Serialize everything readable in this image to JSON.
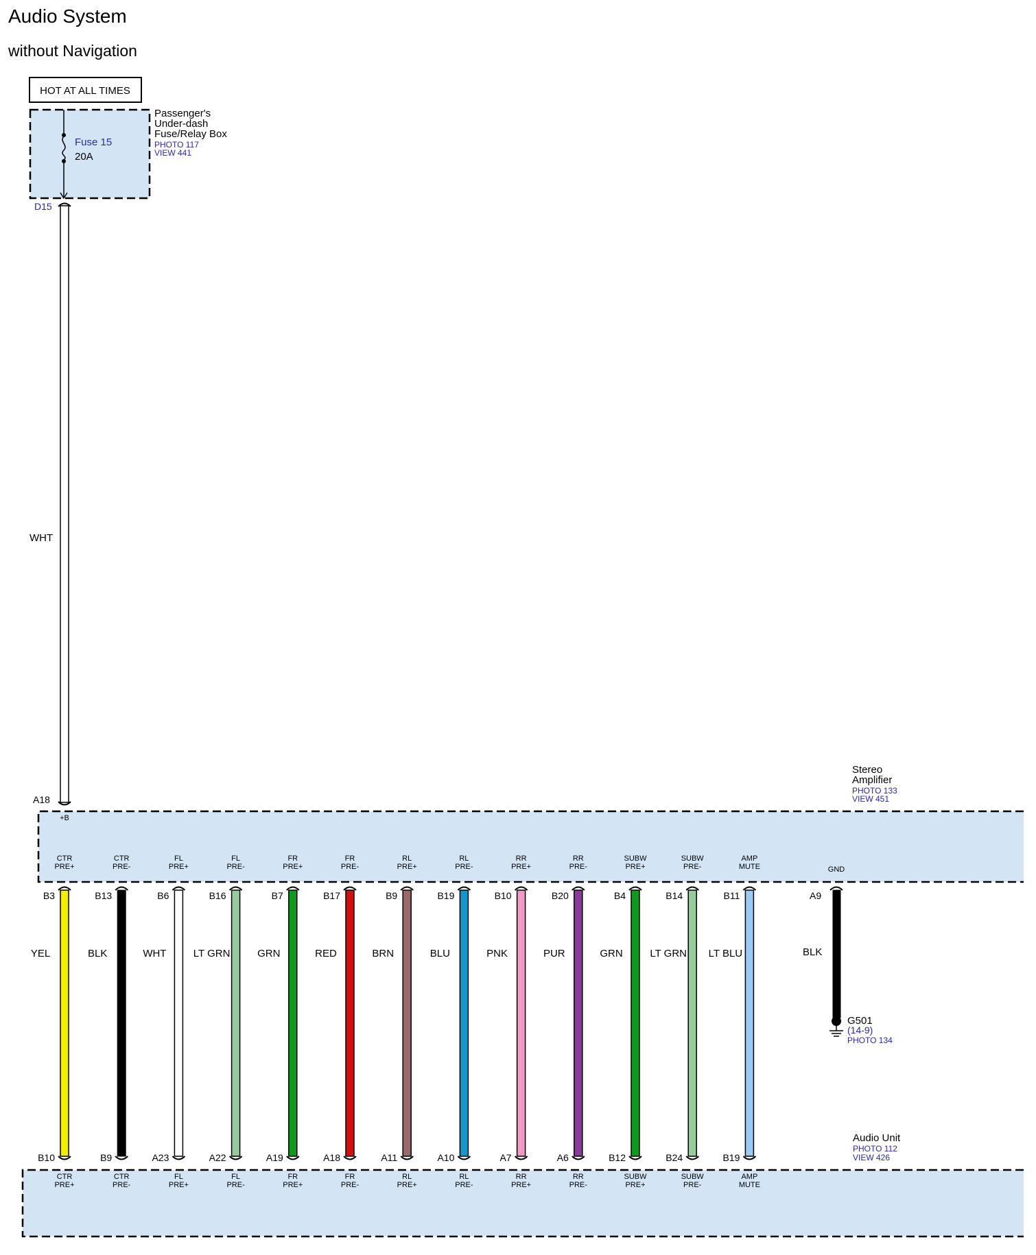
{
  "title": "Audio System",
  "subtitle": "without Navigation",
  "power_source": {
    "label": "HOT AT ALL TIMES",
    "fuse_label": "Fuse 15",
    "fuse_rating": "20A",
    "box_name": [
      "Passenger's",
      "Under-dash",
      "Fuse/Relay Box"
    ],
    "box_photo": "PHOTO 117",
    "box_view": "VIEW 441",
    "output_terminal": "D15",
    "wire_color": "WHT",
    "wire_hex": "#ffffff"
  },
  "amplifier": {
    "name": [
      "Stereo",
      "Amplifier"
    ],
    "photo": "PHOTO 133",
    "view": "VIEW 451",
    "power_terminal": "A18",
    "power_pin_label": "+B",
    "box_fill": "#d3e4f5"
  },
  "audio_unit": {
    "name": "Audio Unit",
    "photo": "PHOTO 112",
    "view": "VIEW 426",
    "box_fill": "#d3e4f5"
  },
  "ground": {
    "pin_label": "GND",
    "terminal": "A9",
    "wire_color": "BLK",
    "wire_hex": "#000000",
    "name": "G501",
    "ref": "(14-9)",
    "photo": "PHOTO 134"
  },
  "circuits": [
    {
      "amp_terminal": "B3",
      "amp_label": [
        "CTR",
        "PRE+"
      ],
      "wire": "YEL",
      "hex": "#f2ee00",
      "unit_terminal": "B10",
      "unit_label": [
        "CTR",
        "PRE+"
      ]
    },
    {
      "amp_terminal": "B13",
      "amp_label": [
        "CTR",
        "PRE-"
      ],
      "wire": "BLK",
      "hex": "#000000",
      "unit_terminal": "B9",
      "unit_label": [
        "CTR",
        "PRE-"
      ]
    },
    {
      "amp_terminal": "B6",
      "amp_label": [
        "FL",
        "PRE+"
      ],
      "wire": "WHT",
      "hex": "#ffffff",
      "unit_terminal": "A23",
      "unit_label": [
        "FL",
        "PRE+"
      ]
    },
    {
      "amp_terminal": "B16",
      "amp_label": [
        "FL",
        "PRE-"
      ],
      "wire": "LT GRN",
      "hex": "#96cc9c",
      "unit_terminal": "A22",
      "unit_label": [
        "FL",
        "PRE-"
      ]
    },
    {
      "amp_terminal": "B7",
      "amp_label": [
        "FR",
        "PRE+"
      ],
      "wire": "GRN",
      "hex": "#0e9a1a",
      "unit_terminal": "A19",
      "unit_label": [
        "FR",
        "PRE+"
      ]
    },
    {
      "amp_terminal": "B17",
      "amp_label": [
        "FR",
        "PRE-"
      ],
      "wire": "RED",
      "hex": "#cc1111",
      "unit_terminal": "A18",
      "unit_label": [
        "FR",
        "PRE-"
      ]
    },
    {
      "amp_terminal": "B9",
      "amp_label": [
        "RL",
        "PRE+"
      ],
      "wire": "BRN",
      "hex": "#9a6a6a",
      "unit_terminal": "A11",
      "unit_label": [
        "RL",
        "PRE+"
      ]
    },
    {
      "amp_terminal": "B19",
      "amp_label": [
        "RL",
        "PRE-"
      ],
      "wire": "BLU",
      "hex": "#1596cc",
      "unit_terminal": "A10",
      "unit_label": [
        "RL",
        "PRE-"
      ]
    },
    {
      "amp_terminal": "B10",
      "amp_label": [
        "RR",
        "PRE+"
      ],
      "wire": "PNK",
      "hex": "#f29ac6",
      "unit_terminal": "A7",
      "unit_label": [
        "RR",
        "PRE+"
      ]
    },
    {
      "amp_terminal": "B20",
      "amp_label": [
        "RR",
        "PRE-"
      ],
      "wire": "PUR",
      "hex": "#8a3a9a",
      "unit_terminal": "A6",
      "unit_label": [
        "RR",
        "PRE-"
      ]
    },
    {
      "amp_terminal": "B4",
      "amp_label": [
        "SUBW",
        "PRE+"
      ],
      "wire": "GRN",
      "hex": "#0e9a1a",
      "unit_terminal": "B12",
      "unit_label": [
        "SUBW",
        "PRE+"
      ]
    },
    {
      "amp_terminal": "B14",
      "amp_label": [
        "SUBW",
        "PRE-"
      ],
      "wire": "LT GRN",
      "hex": "#96cc9c",
      "unit_terminal": "B24",
      "unit_label": [
        "SUBW",
        "PRE-"
      ]
    },
    {
      "amp_terminal": "B11",
      "amp_label": [
        "AMP",
        "MUTE"
      ],
      "wire": "LT BLU",
      "hex": "#9ccaf2",
      "unit_terminal": "B19",
      "unit_label": [
        "AMP",
        "MUTE"
      ]
    }
  ]
}
